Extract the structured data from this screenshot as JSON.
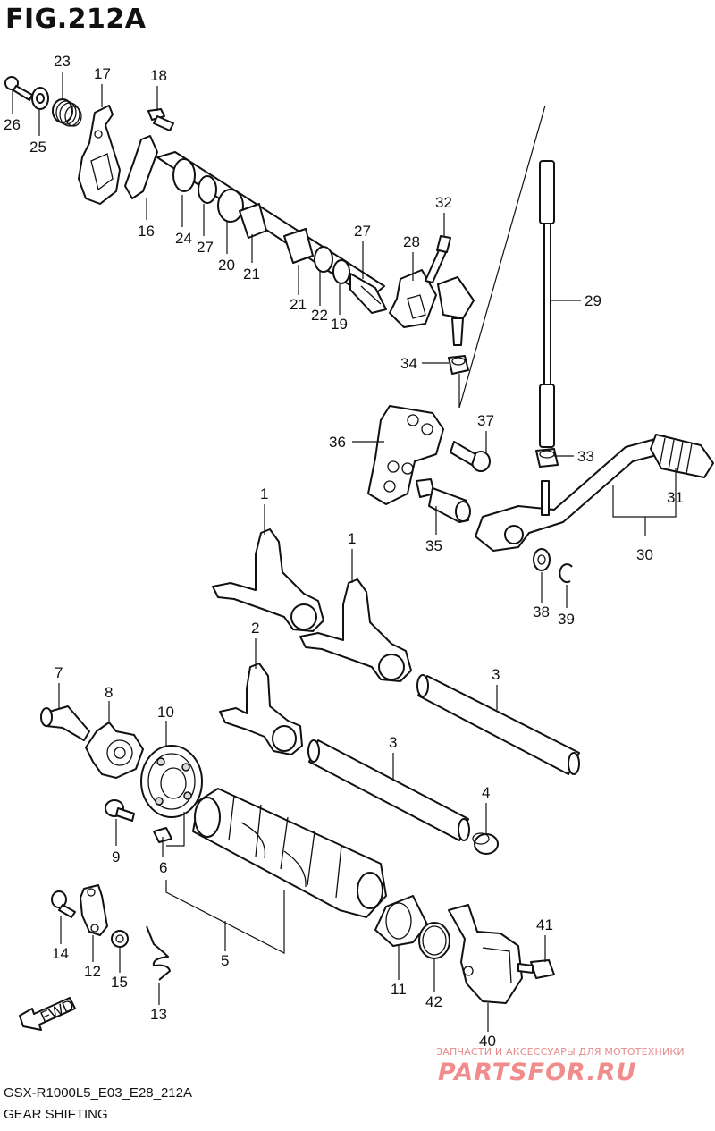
{
  "figure": {
    "title": "FIG.212A",
    "code": "GSX-R1000L5_E03_E28_212A",
    "name": "GEAR SHIFTING"
  },
  "fwd_label": "FWD",
  "watermark": {
    "line1": "ЗАПЧАСТИ И АКСЕССУАРЫ ДЛЯ МОТОТЕХНИКИ",
    "line2": "PARTSFOR.RU"
  },
  "callouts": {
    "c26": "26",
    "c23": "23",
    "c25": "25",
    "c17": "17",
    "c18": "18",
    "c16": "16",
    "c24": "24",
    "c27a": "27",
    "c20": "20",
    "c21a": "21",
    "c27b": "27",
    "c21b": "21",
    "c22": "22",
    "c19": "19",
    "c28": "28",
    "c32": "32",
    "c29": "29",
    "c34": "34",
    "c37": "37",
    "c36": "36",
    "c33": "33",
    "c31": "31",
    "c30": "30",
    "c35": "35",
    "c38": "38",
    "c39": "39",
    "c1a": "1",
    "c1b": "1",
    "c2": "2",
    "c3a": "3",
    "c3b": "3",
    "c7": "7",
    "c8": "8",
    "c10": "10",
    "c4": "4",
    "c9": "9",
    "c6": "6",
    "c5": "5",
    "c14": "14",
    "c12": "12",
    "c15": "15",
    "c13": "13",
    "c11": "11",
    "c42": "42",
    "c41": "41",
    "c40": "40"
  }
}
